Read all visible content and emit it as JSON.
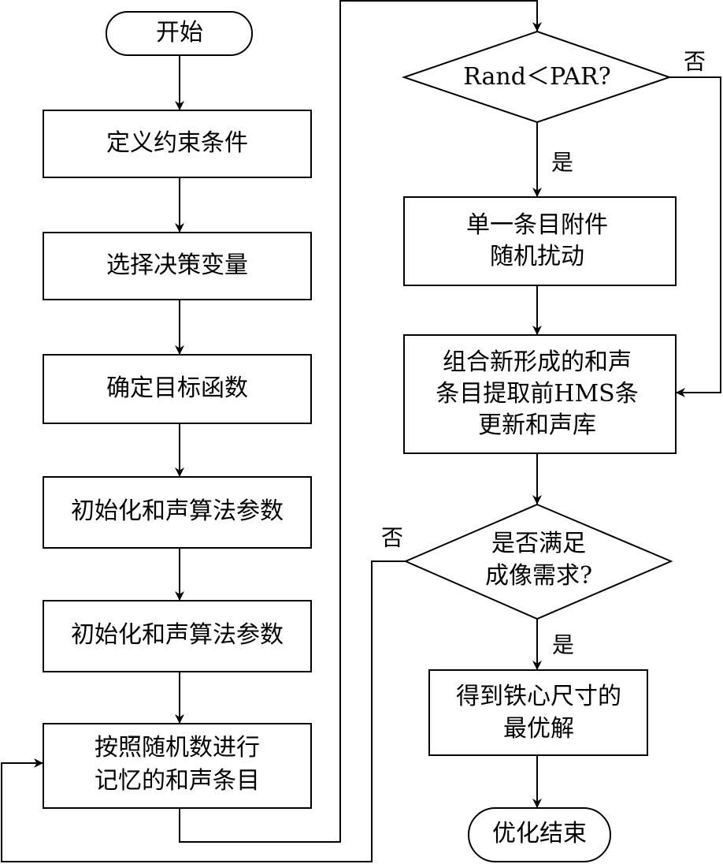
{
  "nodes": {
    "start": "开始",
    "define_constraints": "定义约束条件",
    "select_variables": "选择决策变量",
    "objective": "确定目标函数",
    "init_params_1": "初始化和声算法参数",
    "init_params_2": "初始化和声算法参数",
    "random_memory": [
      "按照随机数进行",
      "记忆的和声条目"
    ],
    "decision_par": "Rand＜PAR?",
    "perturb": [
      "单一条目附件",
      "随机扰动"
    ],
    "combine": [
      "组合新形成的和声",
      "条目提取前HMS条",
      "更新和声库"
    ],
    "decision_meet": [
      "是否满足",
      "成像需求?"
    ],
    "optimal": [
      "得到铁心尺寸的",
      "最优解"
    ],
    "end": "优化结束"
  },
  "labels": {
    "par_no": "否",
    "par_yes": "是",
    "meet_no": "否",
    "meet_yes": "是"
  }
}
